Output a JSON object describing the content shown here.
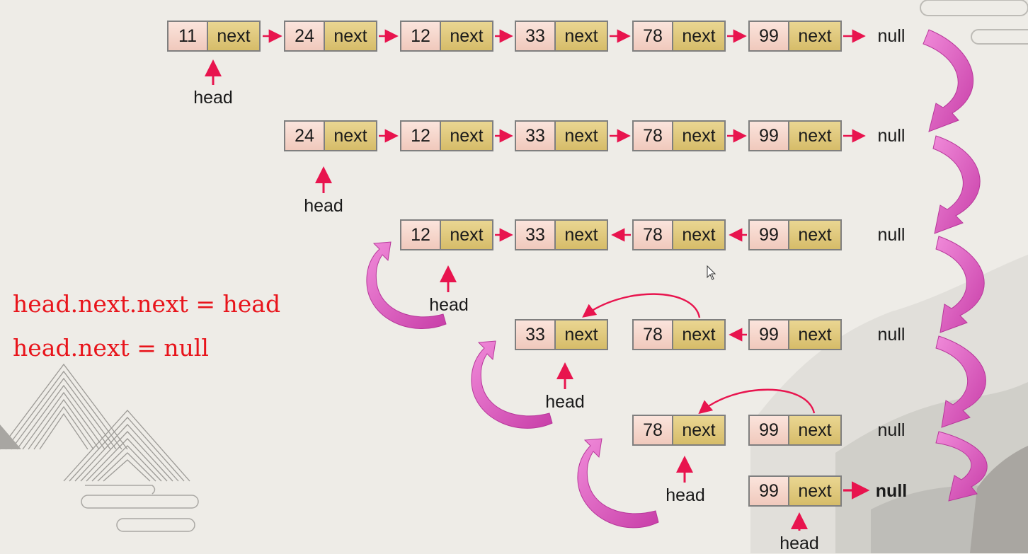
{
  "colors": {
    "pointer_arrow": "#e8144e",
    "big_arrow": "#e061c8",
    "code_text": "#e8141b",
    "value_cell": "#f6d6cb",
    "next_cell": "#dfc67a"
  },
  "code_lines": [
    "head.next.next = head",
    "head.next = null"
  ],
  "null_label": "null",
  "head_label": "head",
  "next_label": "next",
  "rows": [
    {
      "values": [
        "11",
        "24",
        "12",
        "33",
        "78",
        "99"
      ]
    },
    {
      "values": [
        "24",
        "12",
        "33",
        "78",
        "99"
      ]
    },
    {
      "values": [
        "12",
        "33",
        "78",
        "99"
      ]
    },
    {
      "values": [
        "33",
        "78",
        "99"
      ]
    },
    {
      "values": [
        "78",
        "99"
      ]
    },
    {
      "values": [
        "99"
      ]
    }
  ]
}
